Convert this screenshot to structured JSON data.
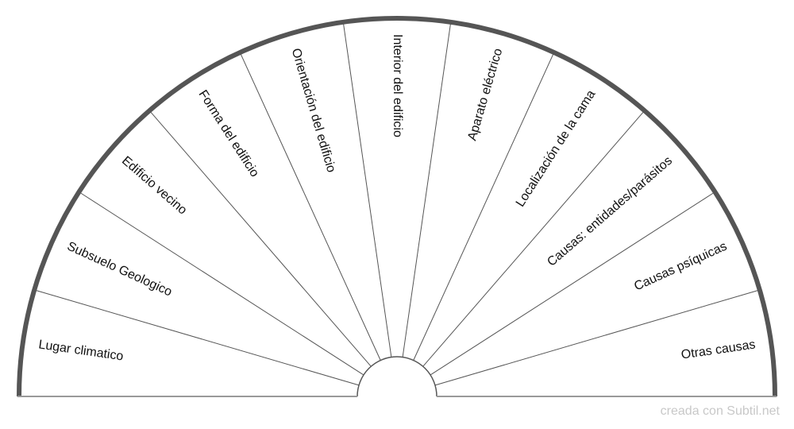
{
  "chart": {
    "segments": [
      "Lugar climatico",
      "Subsuelo Geologico",
      "Edificio vecino",
      "Forma del edificio",
      "Orientación del edificio",
      "Interior del edificio",
      "Aparato eléctrico",
      "Localización de la cama",
      "Causas: entidades/parásitos",
      "Causas psíquicas",
      "Otras causas"
    ],
    "colors": {
      "outer": "#555555",
      "lines": "#555555",
      "base": "#999999"
    }
  },
  "footer": {
    "credit": "creada con Subtil.net"
  }
}
